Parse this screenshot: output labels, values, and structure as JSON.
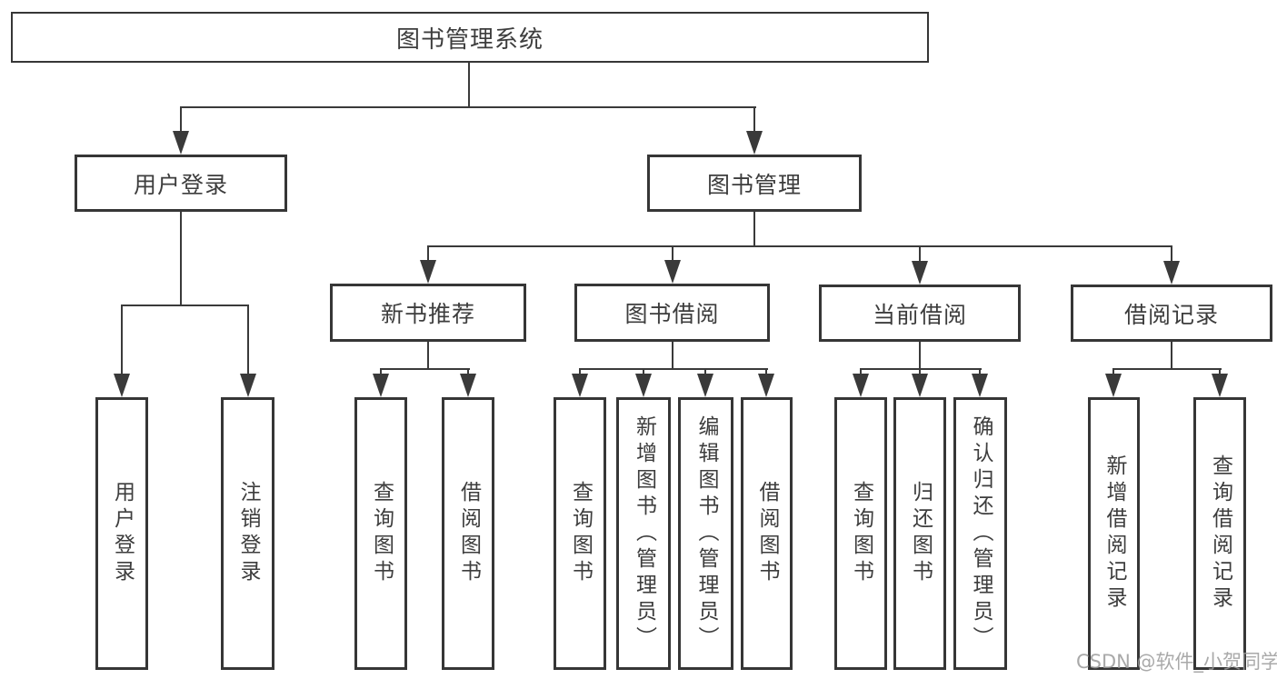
{
  "background": "#ffffff",
  "colors": {
    "line": "#3a3a3a",
    "box_border": "#363636",
    "text": "#3d3d3d",
    "watermark": "#9b9b9b"
  },
  "tree": {
    "label": "图书管理系统",
    "children": [
      {
        "label": "用户登录",
        "children": [
          {
            "label": "用户登录"
          },
          {
            "label": "注销登录"
          }
        ]
      },
      {
        "label": "图书管理",
        "children": [
          {
            "label": "新书推荐",
            "children": [
              {
                "label": "查询图书"
              },
              {
                "label": "借阅图书"
              }
            ]
          },
          {
            "label": "图书借阅",
            "children": [
              {
                "label": "查询图书"
              },
              {
                "label": "新增图书（管理员）"
              },
              {
                "label": "编辑图书（管理员）"
              },
              {
                "label": "借阅图书"
              }
            ]
          },
          {
            "label": "当前借阅",
            "children": [
              {
                "label": "查询图书"
              },
              {
                "label": "归还图书"
              },
              {
                "label": "确认归还（管理员）"
              }
            ]
          },
          {
            "label": "借阅记录",
            "children": [
              {
                "label": "新增借阅记录"
              },
              {
                "label": "查询借阅记录"
              }
            ]
          }
        ]
      }
    ]
  },
  "watermark": {
    "text": "CSDN @软件_小贺同学"
  }
}
